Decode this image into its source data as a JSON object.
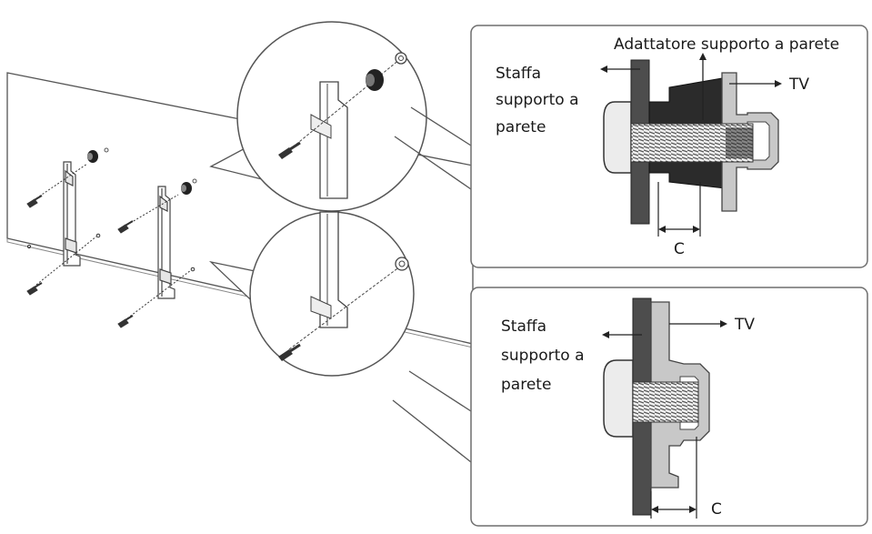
{
  "top_detail": {
    "adapter_label": "Adattatore supporto a parete",
    "bracket_label": [
      "Staffa",
      "supporto a",
      "parete"
    ],
    "tv_label": "TV",
    "dimension_label": "C"
  },
  "bottom_detail": {
    "bracket_label": [
      "Staffa",
      "supporto a",
      "parete"
    ],
    "tv_label": "TV",
    "dimension_label": "C"
  },
  "colors": {
    "line": "#333333",
    "bracket_dark": "#4d4d4d",
    "adapter_black": "#2b2b2b",
    "tv_light": "#c8c8c8",
    "screw_head": "#ececec",
    "frame": "#6e6e6e"
  }
}
